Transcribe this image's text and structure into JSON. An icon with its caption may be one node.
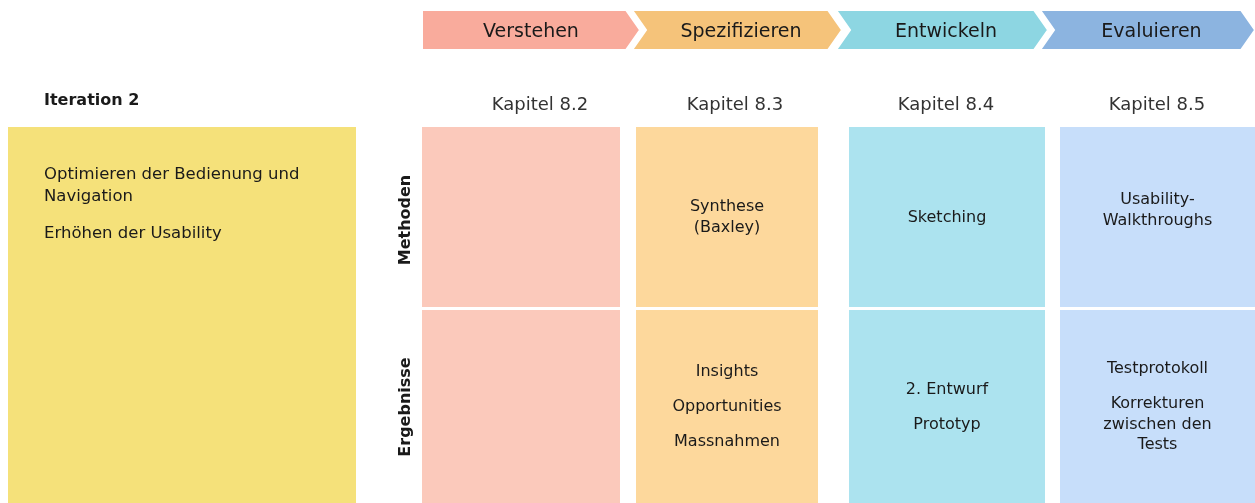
{
  "diagram": {
    "nodes": [
      {
        "text": [
          "Verstehen"
        ]
      },
      {
        "text": [
          "Spezifizieren"
        ]
      },
      {
        "text": [
          "Entwickeln"
        ]
      },
      {
        "text": [
          "Evaluieren"
        ]
      },
      {
        "text": [
          "Iteration 2",
          "Optimieren der Bedienung und Navigation",
          "Erhöhen der Usability"
        ]
      },
      {
        "text": [],
        "shape": "box"
      },
      {
        "text": [
          "Synthese (Baxley)"
        ]
      },
      {
        "text": [
          "Sketching"
        ]
      },
      {
        "text": [
          "Usability-Walkthroughs"
        ]
      },
      {
        "text": [],
        "shape": "box"
      },
      {
        "text": [
          "Insights",
          "Opportunities",
          "Massnahmen"
        ]
      },
      {
        "text": [
          "2. Entwurf",
          "Prototyp"
        ]
      },
      {
        "text": [
          "Testprotokoll",
          "Korrekturen zwischen den Tests"
        ]
      }
    ],
    "edges": [],
    "labels": [
      "Kapitel 8.2",
      "Kapitel 8.3",
      "Kapitel 8.4",
      "Kapitel 8.5",
      "Methoden",
      "Ergebnisse"
    ]
  }
}
